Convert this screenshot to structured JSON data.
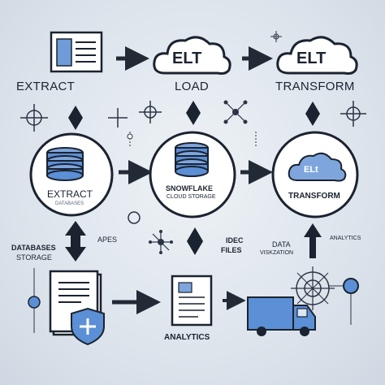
{
  "top": {
    "extract": "EXTRACT",
    "load": "LOAD",
    "transform": "TRANSFORM",
    "cloud1": "ELT",
    "cloud2": "ELT"
  },
  "middle": {
    "extract": "EXTRACT",
    "extract_sub": "DATABASES",
    "snowflake": "SNOWFLAKE",
    "snowflake_sub": "CLOUD STORAGE",
    "transform": "TRANSFORM",
    "cloud_text": "ELt"
  },
  "side_labels": {
    "databases": "DATABASES",
    "storage": "STORAGE",
    "apes": "APES",
    "idec": "IDEC",
    "files": "FILES",
    "data": "DATA",
    "viskzation": "VISKZATION",
    "analytics_right": "ANALYTICS"
  },
  "bottom": {
    "analytics": "ANALYTICS"
  },
  "colors": {
    "accent": "#5b8fd6",
    "dark": "#1b2330",
    "arrow": "#222a36"
  }
}
